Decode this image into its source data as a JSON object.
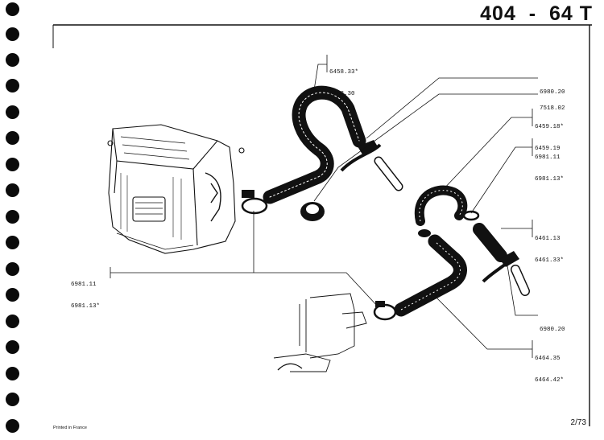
{
  "header": {
    "title": "404  -  64 T"
  },
  "references": {
    "r1": [
      "6458.33*",
      "6458.30"
    ],
    "r2": [
      "6980.20"
    ],
    "r3": [
      "7518.02"
    ],
    "r4": [
      "6459.18*",
      "6459.19"
    ],
    "r5": [
      "6981.11",
      "6981.13*"
    ],
    "r6": [
      "6461.13",
      "6461.33*"
    ],
    "r7": [
      "6980.20"
    ],
    "r8": [
      "6464.35",
      "6464.42*"
    ],
    "r9": [
      "6981.11",
      "6981.13*"
    ]
  },
  "footer": {
    "printed": "Printed in France",
    "page": "2/73"
  }
}
